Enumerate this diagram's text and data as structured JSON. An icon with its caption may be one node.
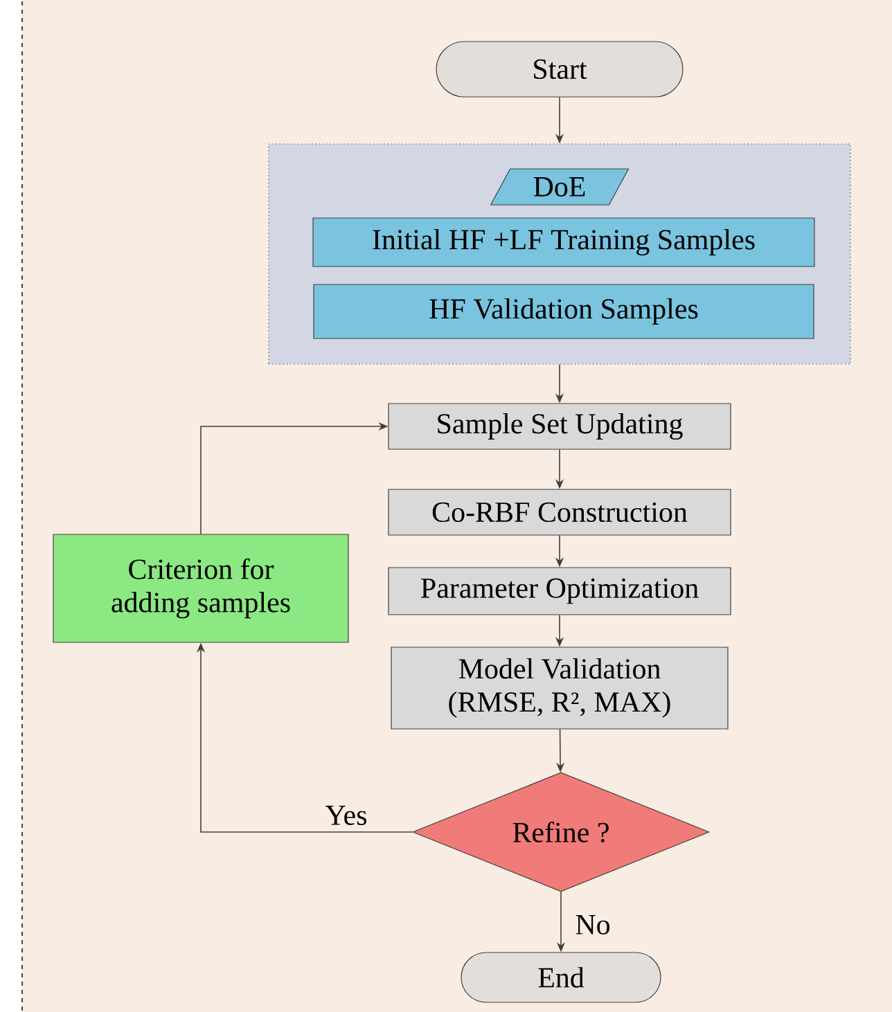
{
  "diagram": {
    "nodes": [
      {
        "text": [
          "Start"
        ]
      },
      {
        "text": [],
        "shape": "box"
      },
      {
        "text": [
          "DoE"
        ],
        "in": 1
      },
      {
        "text": [
          "Initial HF +LF Training Samples"
        ],
        "in": 1
      },
      {
        "text": [
          "HF Validation Samples"
        ],
        "in": 1
      },
      {
        "text": [
          "Sample Set Updating"
        ]
      },
      {
        "text": [
          "Co-RBF Construction"
        ]
      },
      {
        "text": [
          "Parameter Optimization"
        ]
      },
      {
        "text": [
          "Model Validation (RMSE, R², MAX)"
        ]
      },
      {
        "text": [
          "Criterion for adding samples"
        ]
      },
      {
        "text": [
          "Refine ?"
        ]
      },
      {
        "text": [
          "End"
        ]
      }
    ],
    "edges": [
      {
        "from": 0,
        "to": 1,
        "arrow": "to"
      },
      {
        "from": 1,
        "to": 5,
        "arrow": "to"
      },
      {
        "from": 5,
        "to": 6,
        "arrow": "to"
      },
      {
        "from": 6,
        "to": 7,
        "arrow": "to"
      },
      {
        "from": 7,
        "to": 8,
        "arrow": "to"
      },
      {
        "from": 8,
        "to": 10,
        "arrow": "to"
      },
      {
        "from": 10,
        "to": 9,
        "arrow": "to",
        "label": "Yes"
      },
      {
        "from": 9,
        "to": 5,
        "arrow": "to"
      },
      {
        "from": 10,
        "to": 11,
        "arrow": "to",
        "label": "No"
      }
    ]
  }
}
